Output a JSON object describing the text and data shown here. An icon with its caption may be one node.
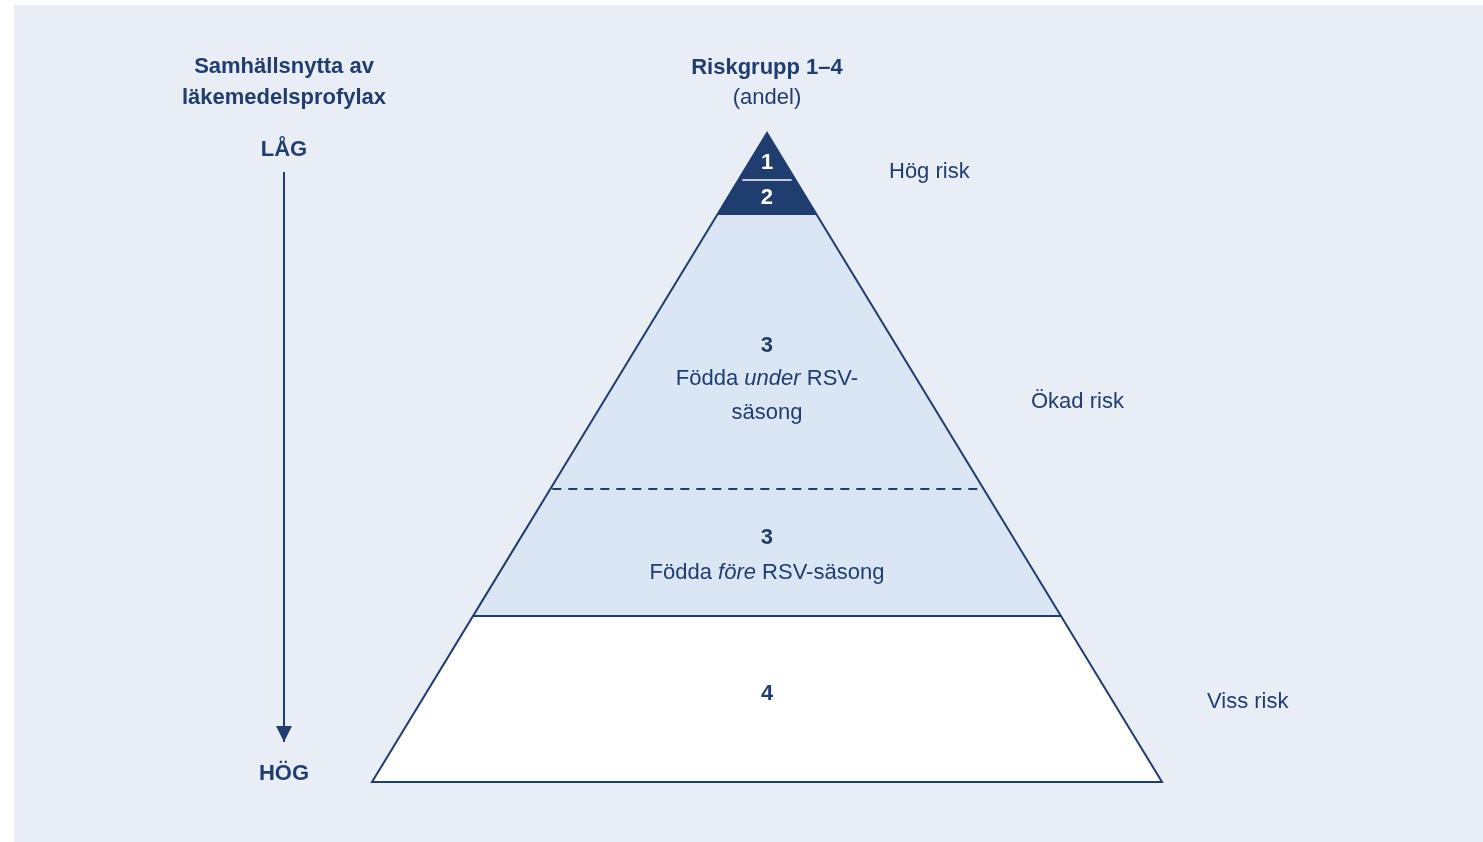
{
  "diagram": {
    "nodes": [
      {
        "text": [
          "LÅG"
        ]
      },
      {
        "text": [
          "HÖG"
        ]
      },
      {
        "text": [
          "1"
        ]
      },
      {
        "text": [
          "2"
        ]
      },
      {
        "text": [
          "3",
          "Födda *under* RSV-säsong"
        ]
      },
      {
        "text": [
          "3",
          "Födda *före* RSV-säsong"
        ]
      },
      {
        "text": [
          "4"
        ]
      }
    ],
    "edges": [
      {
        "from": 0,
        "to": 1,
        "arrow": "to"
      }
    ],
    "labels": [
      "Samhällsnytta av läkemedelsprofylax",
      "Riskgrupp 1–4",
      "(andel)",
      "Hög risk",
      "Ökad risk",
      "Viss risk"
    ]
  }
}
